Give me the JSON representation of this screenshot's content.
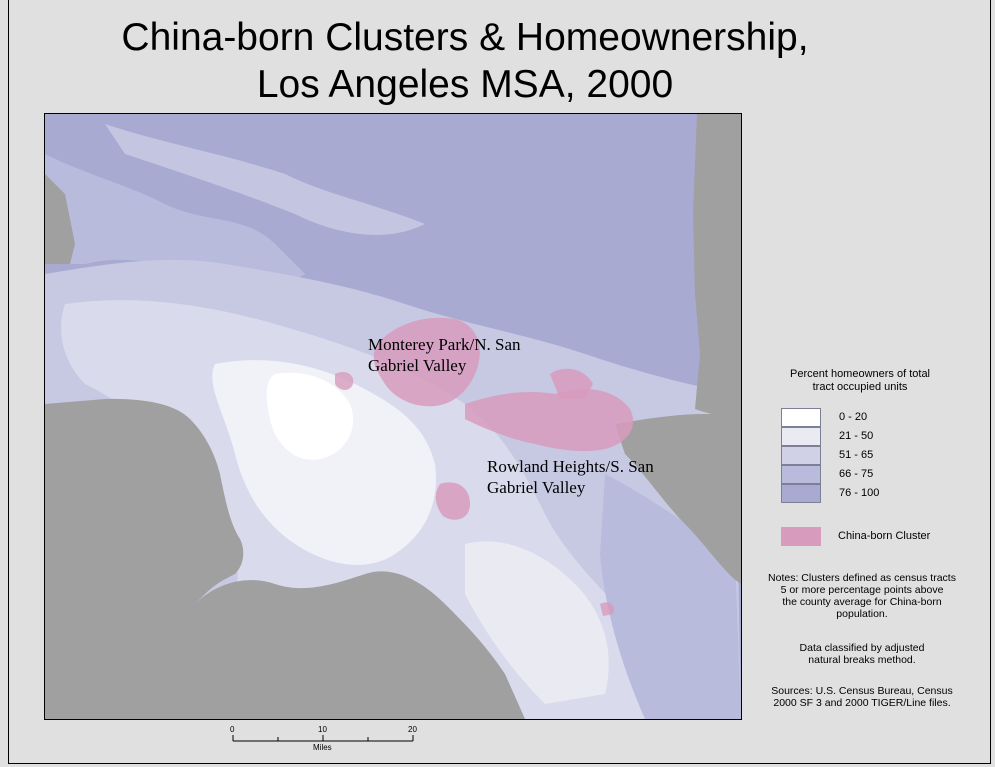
{
  "title": {
    "line1": "China-born Clusters & Homeownership,",
    "line2": "Los Angeles MSA, 2000"
  },
  "map": {
    "labels": {
      "monterey": "Monterey Park/N. San\nGabriel Valley",
      "rowland": "Rowland Heights/S. San\nGabriel Valley"
    }
  },
  "legend": {
    "title_line1": "Percent homeowners of total",
    "title_line2": "tract occupied units",
    "classes": [
      {
        "label": "0 - 20",
        "color": "#ffffff"
      },
      {
        "label": "21 - 50",
        "color": "#eaeaf3"
      },
      {
        "label": "51 - 65",
        "color": "#d0d1e6"
      },
      {
        "label": "66 - 75",
        "color": "#b9bbdc"
      },
      {
        "label": "76 - 100",
        "color": "#a8aad2"
      }
    ],
    "cluster": {
      "label": "China-born Cluster",
      "color": "#d79bbd"
    }
  },
  "notes": {
    "clusters": [
      "Notes: Clusters defined as census tracts",
      "5 or more percentage points above",
      "the county average for China-born",
      "population."
    ],
    "method": [
      "Data classified by adjusted",
      "natural breaks method."
    ],
    "sources": [
      "Sources: U.S. Census Bureau, Census",
      "2000 SF 3 and 2000 TIGER/Line files."
    ]
  },
  "scale": {
    "ticks": [
      "0",
      "10",
      "20"
    ],
    "unit": "Miles"
  },
  "colors": {
    "water": "#a0a0a0",
    "background": "#e0e0e0"
  }
}
